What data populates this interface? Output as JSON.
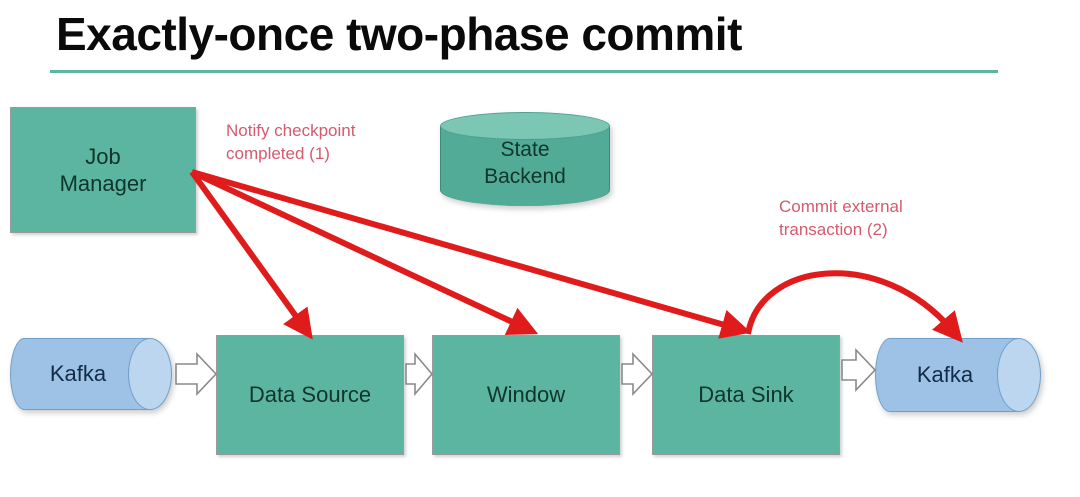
{
  "slide": {
    "title": "Exactly-once two-phase commit",
    "background_color": "#ffffff",
    "rule_color": "#5cb79e"
  },
  "palette": {
    "process_fill": "#5cb5a0",
    "process_text": "#10352c",
    "cylinder_state_fill": "#52ab97",
    "cylinder_state_top": "#7cc6b4",
    "kafka_fill": "#9dc2e6",
    "kafka_cap": "#bdd6f0",
    "kafka_text": "#132b46",
    "annotation_red": "#d65a6e",
    "arrow_red": "#e01b1b",
    "flow_arrow_stroke": "#808080",
    "flow_arrow_fill": "#ffffff"
  },
  "nodes": {
    "job_manager": {
      "label": "Job\nManager",
      "shape": "rectangle"
    },
    "state_backend": {
      "label": "State\nBackend",
      "shape": "cylinder-vertical"
    },
    "kafka_source": {
      "label": "Kafka",
      "shape": "cylinder-horizontal"
    },
    "data_source": {
      "label": "Data Source",
      "shape": "rectangle"
    },
    "window": {
      "label": "Window",
      "shape": "rectangle"
    },
    "data_sink": {
      "label": "Data Sink",
      "shape": "rectangle"
    },
    "kafka_sink": {
      "label": "Kafka",
      "shape": "cylinder-horizontal"
    }
  },
  "annotations": {
    "notify": {
      "text": "Notify checkpoint\ncompleted (1)",
      "step": 1
    },
    "commit": {
      "text": "Commit external\ntransaction (2)",
      "step": 2
    }
  },
  "flow": {
    "pipeline": [
      "Kafka",
      "Data Source",
      "Window",
      "Data Sink",
      "Kafka"
    ],
    "connector_count": 4
  },
  "red_arrows": {
    "from": "Job Manager",
    "targets": [
      "Data Source",
      "Window",
      "Data Sink"
    ],
    "curved": {
      "from": "Data Sink",
      "to": "Kafka"
    }
  }
}
